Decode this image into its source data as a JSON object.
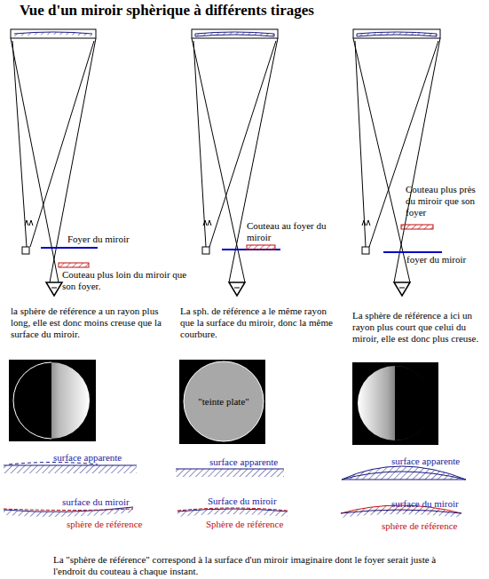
{
  "diagram": {
    "title": "Vue d'un miroir sphèrique à différents tirages",
    "caption": "La \"sphère de référence\" correspond à la surface d'un miroir imaginaire dont le foyer serait juste à l'endroit du couteau à chaque instant.",
    "nodes": [
      {
        "text": [
          "\"teinte plate\""
        ]
      }
    ],
    "labels": [
      "Foyer du miroir",
      "Couteau plus loin du miroir que son foyer.",
      "Couteau au foyer du miroir",
      "Couteau plus près du miroir que son foyer",
      "foyer du miroir",
      "la sphère de référence a un rayon plus long, elle est donc moins creuse que la surface du miroir.",
      "La sph. de référence a le même rayon que la surface du miroir, donc la même courbure.",
      "La sphère de référence a ici un rayon plus court que celui du miroir, elle est donc plus creuse.",
      "surface apparente",
      "surface apparente",
      "surface apparente",
      "surface du miroir",
      "Surface du miroir",
      "surface du miroir",
      "sphère de référence",
      "Sphère de référence",
      "sphère de référence"
    ]
  }
}
